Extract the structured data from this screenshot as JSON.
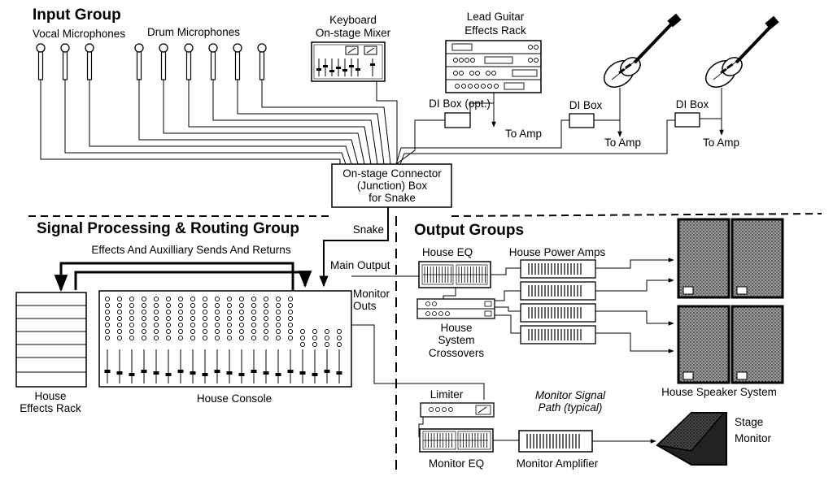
{
  "groups": {
    "input": "Input Group",
    "processing": "Signal Processing & Routing Group",
    "output": "Output Groups"
  },
  "labels": {
    "vocal_mics": "Vocal Microphones",
    "drum_mics": "Drum Microphones",
    "keyboard_mixer_1": "Keyboard",
    "keyboard_mixer_2": "On-stage Mixer",
    "guitar_rack_1": "Lead Guitar",
    "guitar_rack_2": "Effects Rack",
    "di_box_opt": "DI Box (opt.)",
    "di_box_1": "DI Box",
    "di_box_2": "DI Box",
    "to_amp_1": "To Amp",
    "to_amp_2": "To Amp",
    "to_amp_3": "To Amp",
    "junction_1": "On-stage Connector",
    "junction_2": "(Junction)  Box",
    "junction_3": "for Snake",
    "snake": "Snake",
    "effects_sends": "Effects And Auxilliary Sends And Returns",
    "main_output": "Main Output",
    "monitor_outs_1": "Monitor",
    "monitor_outs_2": "Outs",
    "house_effects_1": "House",
    "house_effects_2": "Effects Rack",
    "house_console": "House Console",
    "house_eq": "House EQ",
    "house_power_amps": "House Power Amps",
    "crossovers_1": "House",
    "crossovers_2": "System",
    "crossovers_3": "Crossovers",
    "house_speakers": "House Speaker System",
    "limiter": "Limiter",
    "monitor_path_1": "Monitor Signal",
    "monitor_path_2": "Path (typical)",
    "monitor_eq": "Monitor EQ",
    "monitor_amp": "Monitor Amplifier",
    "stage_monitor_1": "Stage",
    "stage_monitor_2": "Monitor"
  }
}
